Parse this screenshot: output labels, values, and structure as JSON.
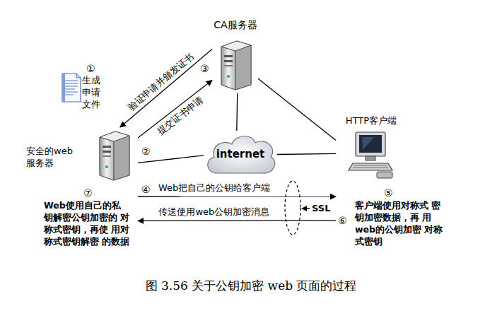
{
  "diagram": {
    "caption": "图 3.56 关于公钥加密 web 页面的过程",
    "nodes": [
      {
        "text": [
          "生成 申请 文件"
        ]
      },
      {
        "text": [
          "CA服务器"
        ]
      },
      {
        "text": [
          "安全的web 服务器"
        ]
      },
      {
        "text": [
          "internet"
        ]
      },
      {
        "text": [
          "HTTP客户端"
        ]
      }
    ],
    "edges": [
      {
        "from": 2,
        "to": 1,
        "arrow": "to",
        "label": "提交证书申请"
      },
      {
        "from": 1,
        "to": 2,
        "arrow": "to",
        "label": "验证申请并颁发证书"
      },
      {
        "from": 1,
        "to": 3,
        "arrow": "none"
      },
      {
        "from": 3,
        "to": 2,
        "arrow": "none"
      },
      {
        "from": 3,
        "to": 4,
        "arrow": "none"
      },
      {
        "from": 1,
        "to": 4,
        "arrow": "none"
      },
      {
        "from": 2,
        "to": 4,
        "arrow": "to",
        "label": "Web把自己的公钥给客户端"
      },
      {
        "from": 4,
        "to": 2,
        "arrow": "to",
        "label": "传送使用web公钥加密消息"
      }
    ],
    "labels": [
      "①",
      "②",
      "③",
      "④",
      "⑤",
      "⑥",
      "⑦",
      "SSL",
      "客户端使用对称式 密钥加密数据，再 用web的公钥加密 对称式密钥",
      "Web使用自己的私 钥解密公钥加密的 对称式密钥，再使 用对称式密钥解密 的数据"
    ]
  }
}
